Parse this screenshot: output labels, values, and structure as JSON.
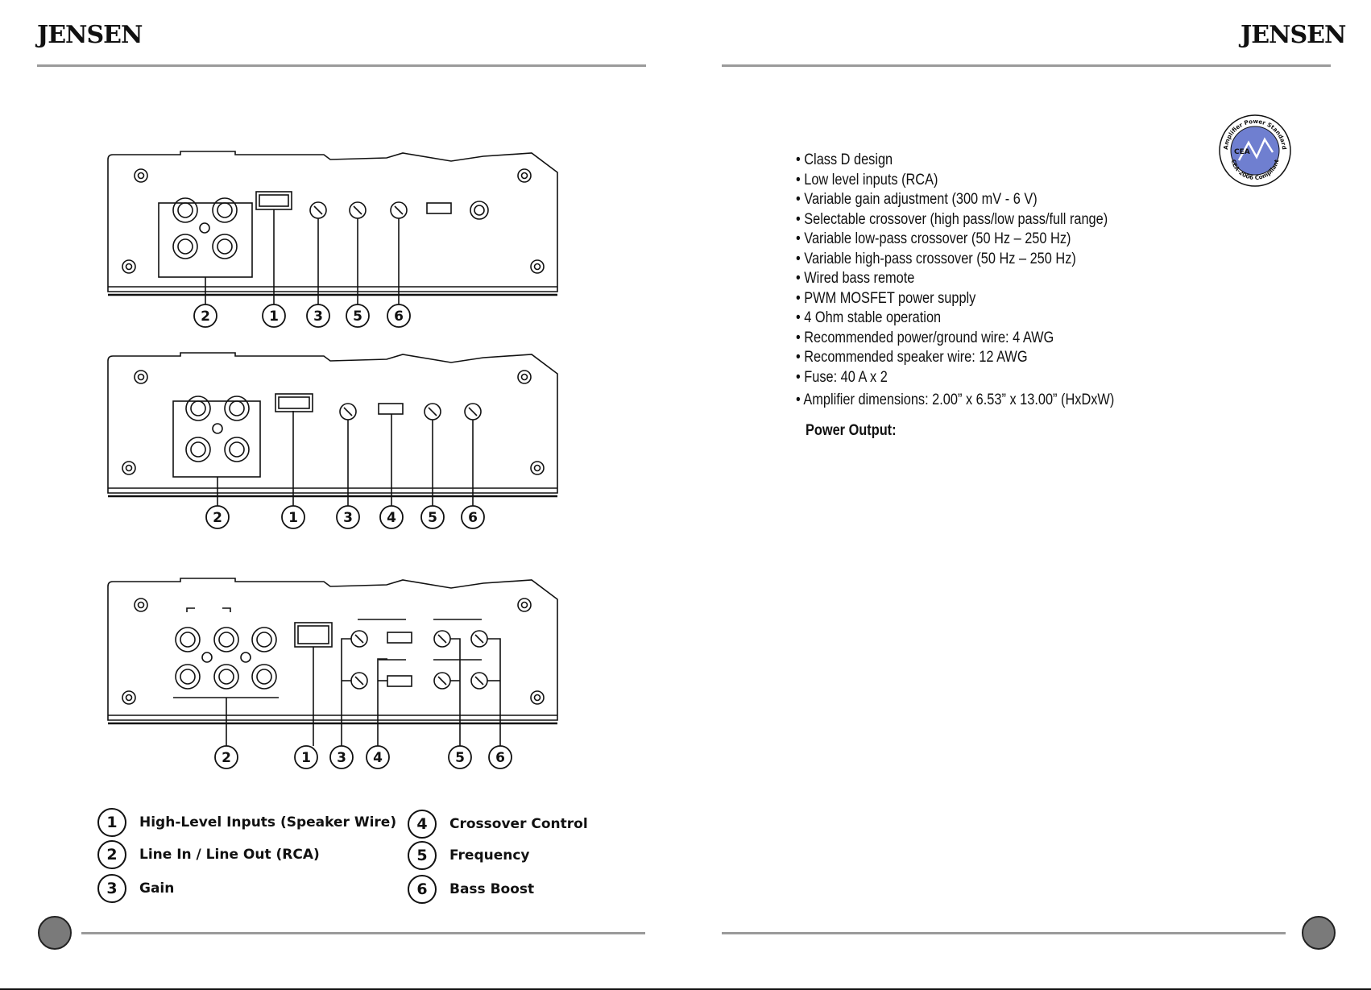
{
  "brand": {
    "left": "JENSEN",
    "right": "JENSEN"
  },
  "diagram_callouts": {
    "panel1": [
      "2",
      "1",
      "3",
      "5",
      "6"
    ],
    "panel2": [
      "2",
      "1",
      "3",
      "4",
      "5",
      "6"
    ],
    "panel3": [
      "2",
      "1",
      "3",
      "4",
      "5",
      "6"
    ]
  },
  "legend": [
    {
      "number": "1",
      "label": "High-Level Inputs (Speaker Wire)"
    },
    {
      "number": "2",
      "label": "Line In / Line Out (RCA)"
    },
    {
      "number": "3",
      "label": "Gain"
    },
    {
      "number": "4",
      "label": "Crossover Control"
    },
    {
      "number": "5",
      "label": "Frequency"
    },
    {
      "number": "6",
      "label": "Bass Boost"
    }
  ],
  "features": [
    "• Class D design",
    "• Low level inputs (RCA)",
    "• Variable gain adjustment (300 mV - 6 V)",
    "• Selectable crossover (high pass/low pass/full range)",
    "• Variable low-pass crossover (50 Hz – 250 Hz)",
    "• Variable high-pass crossover (50 Hz – 250 Hz)",
    "• Wired bass remote",
    "• PWM MOSFET power supply",
    "• 4 Ohm stable operation",
    "• Recommended power/ground wire: 4 AWG",
    "• Recommended speaker wire: 12 AWG",
    "• Fuse: 40 A x 2",
    "• Amplifier dimensions: 2.00” x 6.53” x 13.00” (HxDxW)"
  ],
  "power_output_label": "Power Output:",
  "seal": {
    "top_text": "Amplifier Power Standard",
    "bottom_text": "CEA-2006 Compliant",
    "logo": "CEA",
    "color": "#6f7fd0"
  },
  "colors": {
    "rule": "#9a9a9a",
    "page_marker": "#7a7a7a"
  }
}
